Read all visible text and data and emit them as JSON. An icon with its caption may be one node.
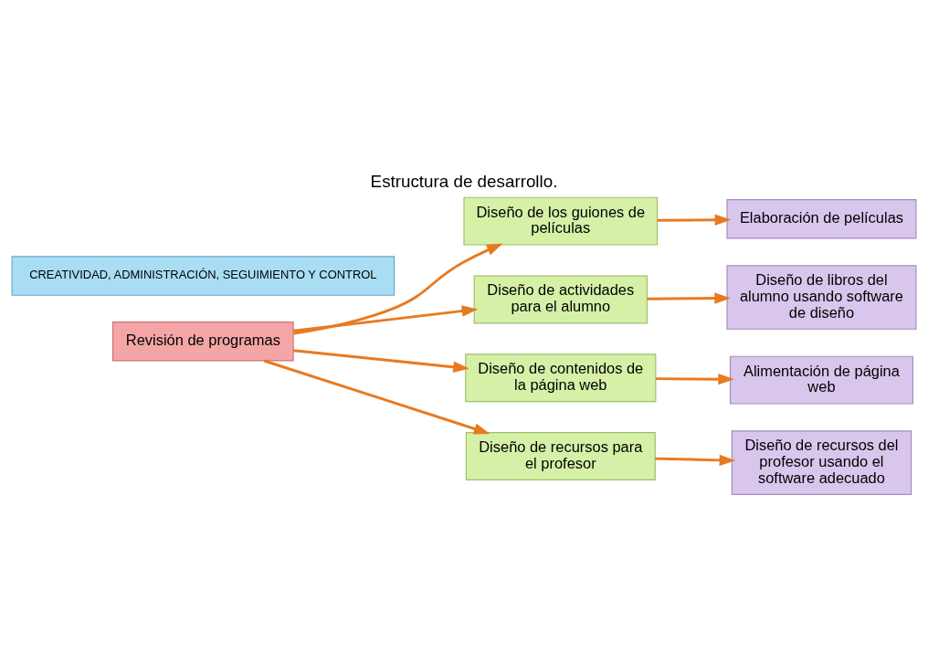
{
  "diagram": {
    "title": "Estructura de desarrollo.",
    "nodes": [
      {
        "text": [
          "Revisión de programas"
        ]
      },
      {
        "text": [
          "Diseño de los guiones de películas"
        ]
      },
      {
        "text": [
          "Diseño de actividades para el alumno"
        ]
      },
      {
        "text": [
          "Diseño de contenidos de la página web"
        ]
      },
      {
        "text": [
          "Diseño de recursos para el profesor"
        ]
      },
      {
        "text": [
          "Elaboración de películas"
        ]
      },
      {
        "text": [
          "Diseño de libros del alumno usando software de diseño"
        ]
      },
      {
        "text": [
          "Alimentación de página web"
        ]
      },
      {
        "text": [
          "Diseño de recursos del profesor usando el software adecuado"
        ]
      },
      {
        "text": [
          "CREATIVIDAD, ADMINISTRACIÓN, SEGUIMIENTO Y CONTROL"
        ]
      }
    ],
    "edges": [
      {
        "from": 0,
        "to": 1,
        "arrow": "to"
      },
      {
        "from": 0,
        "to": 2,
        "arrow": "to"
      },
      {
        "from": 0,
        "to": 3,
        "arrow": "to"
      },
      {
        "from": 0,
        "to": 4,
        "arrow": "to"
      },
      {
        "from": 1,
        "to": 5,
        "arrow": "to"
      },
      {
        "from": 2,
        "to": 6,
        "arrow": "to"
      },
      {
        "from": 3,
        "to": 7,
        "arrow": "to"
      },
      {
        "from": 4,
        "to": 8,
        "arrow": "to"
      }
    ]
  }
}
